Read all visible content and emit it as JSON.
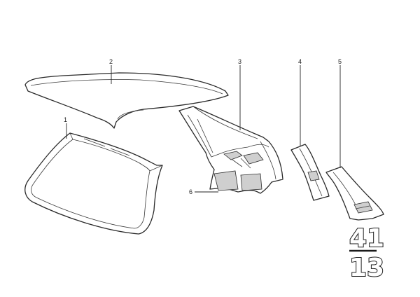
{
  "callouts": [
    {
      "id": "c1",
      "label": "1"
    },
    {
      "id": "c2",
      "label": "2"
    },
    {
      "id": "c3",
      "label": "3"
    },
    {
      "id": "c4",
      "label": "4"
    },
    {
      "id": "c5",
      "label": "5"
    },
    {
      "id": "c6",
      "label": "6"
    }
  ],
  "group_code": {
    "top": "41",
    "bottom": "13"
  }
}
